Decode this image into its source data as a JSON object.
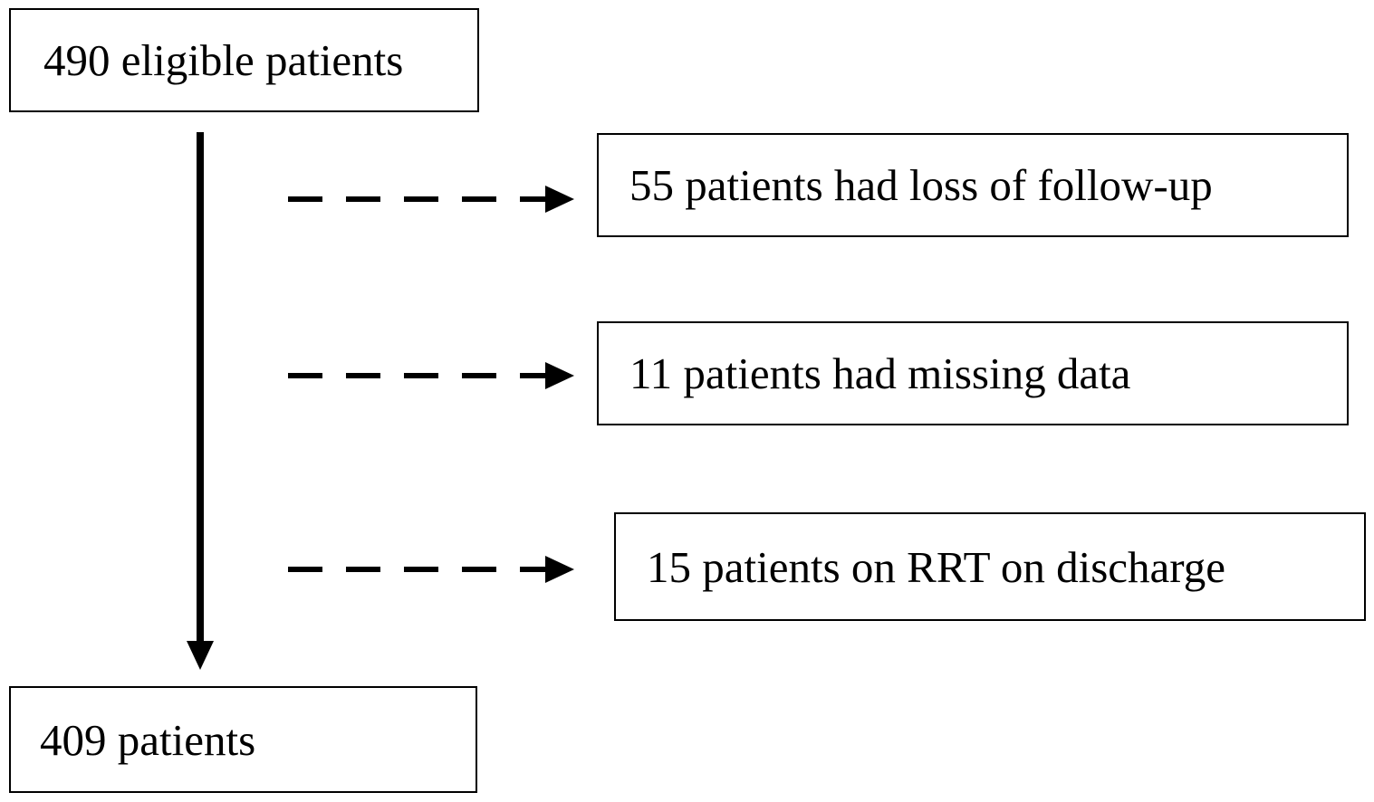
{
  "diagram": {
    "start": {
      "label": "490 eligible patients"
    },
    "exclusions": [
      {
        "label": "55 patients had loss of follow-up"
      },
      {
        "label": "11 patients had missing data"
      },
      {
        "label": "15 patients on RRT on discharge"
      }
    ],
    "end": {
      "label": "409 patients"
    }
  }
}
